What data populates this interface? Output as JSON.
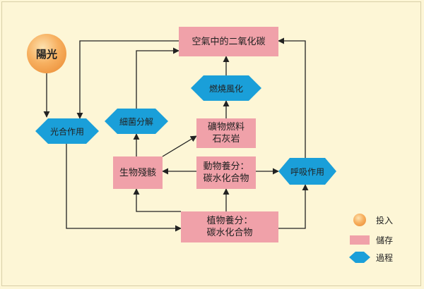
{
  "colors": {
    "storage": "#f0a1a9",
    "process": "#1a9fd9",
    "input": "#f0952f",
    "arrow": "#222222",
    "background": "#fdf6d6"
  },
  "nodes": {
    "sunlight": "陽光",
    "co2": "空氣中的二氧化碳",
    "combustion": "燃燒風化",
    "fossil_fuel": [
      "礦物燃料",
      "石灰岩"
    ],
    "decomposition": "細菌分解",
    "photosynthesis": "光合作用",
    "remains": "生物殘骸",
    "animal_nutrient": [
      "動物養分：",
      "碳水化合物"
    ],
    "plant_nutrient": [
      "植物養分：",
      "碳水化合物"
    ],
    "respiration": "呼吸作用"
  },
  "legend": [
    {
      "icon": "circle-icon",
      "label": "投入"
    },
    {
      "icon": "rect-icon",
      "label": "儲存"
    },
    {
      "icon": "diamond-icon",
      "label": "過程"
    }
  ]
}
